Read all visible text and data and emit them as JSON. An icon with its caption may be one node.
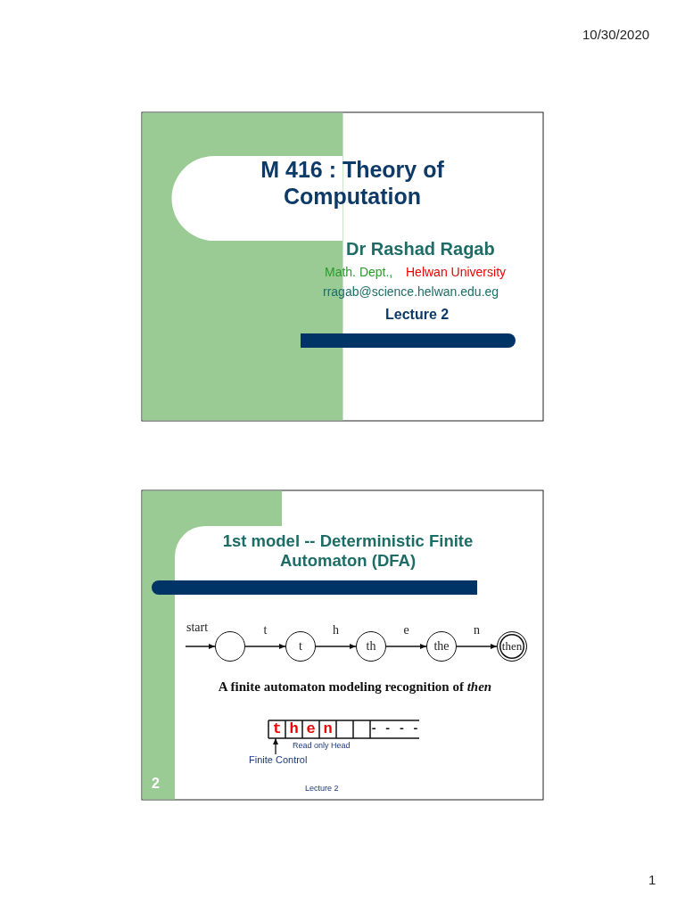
{
  "diagram": {
    "nodes": [
      {
        "text": [],
        "shape": "circle"
      },
      {
        "text": [
          "t"
        ]
      },
      {
        "text": [
          "th"
        ]
      },
      {
        "text": [
          "the"
        ]
      },
      {
        "text": [
          "then"
        ]
      },
      {
        "text": [
          "t"
        ]
      },
      {
        "text": [
          "Finite Control"
        ]
      }
    ],
    "edges": [
      {
        "from": null,
        "to": 0,
        "arrow": "to",
        "label": "start"
      },
      {
        "from": 0,
        "to": 1,
        "arrow": "to",
        "label": "t"
      },
      {
        "from": 1,
        "to": 2,
        "arrow": "to",
        "label": "h"
      },
      {
        "from": 2,
        "to": 3,
        "arrow": "to",
        "label": "e"
      },
      {
        "from": 3,
        "to": 4,
        "arrow": "to",
        "label": "n"
      },
      {
        "from": 6,
        "to": 5,
        "arrow": "to"
      }
    ],
    "labels": [
      "10/30/2020",
      "M 416 : Theory of Computation",
      "Dr Rashad Ragab",
      "Math. Dept.,",
      "Helwan University",
      "rragab@science.helwan.edu.eg",
      "Lecture 2",
      "1st model -- Deterministic Finite Automaton (DFA)",
      "A finite automaton modeling recognition of *then*",
      "h",
      "e",
      "n",
      "- - - -",
      "Read only Head",
      "2",
      "Lecture 2",
      "1"
    ]
  }
}
